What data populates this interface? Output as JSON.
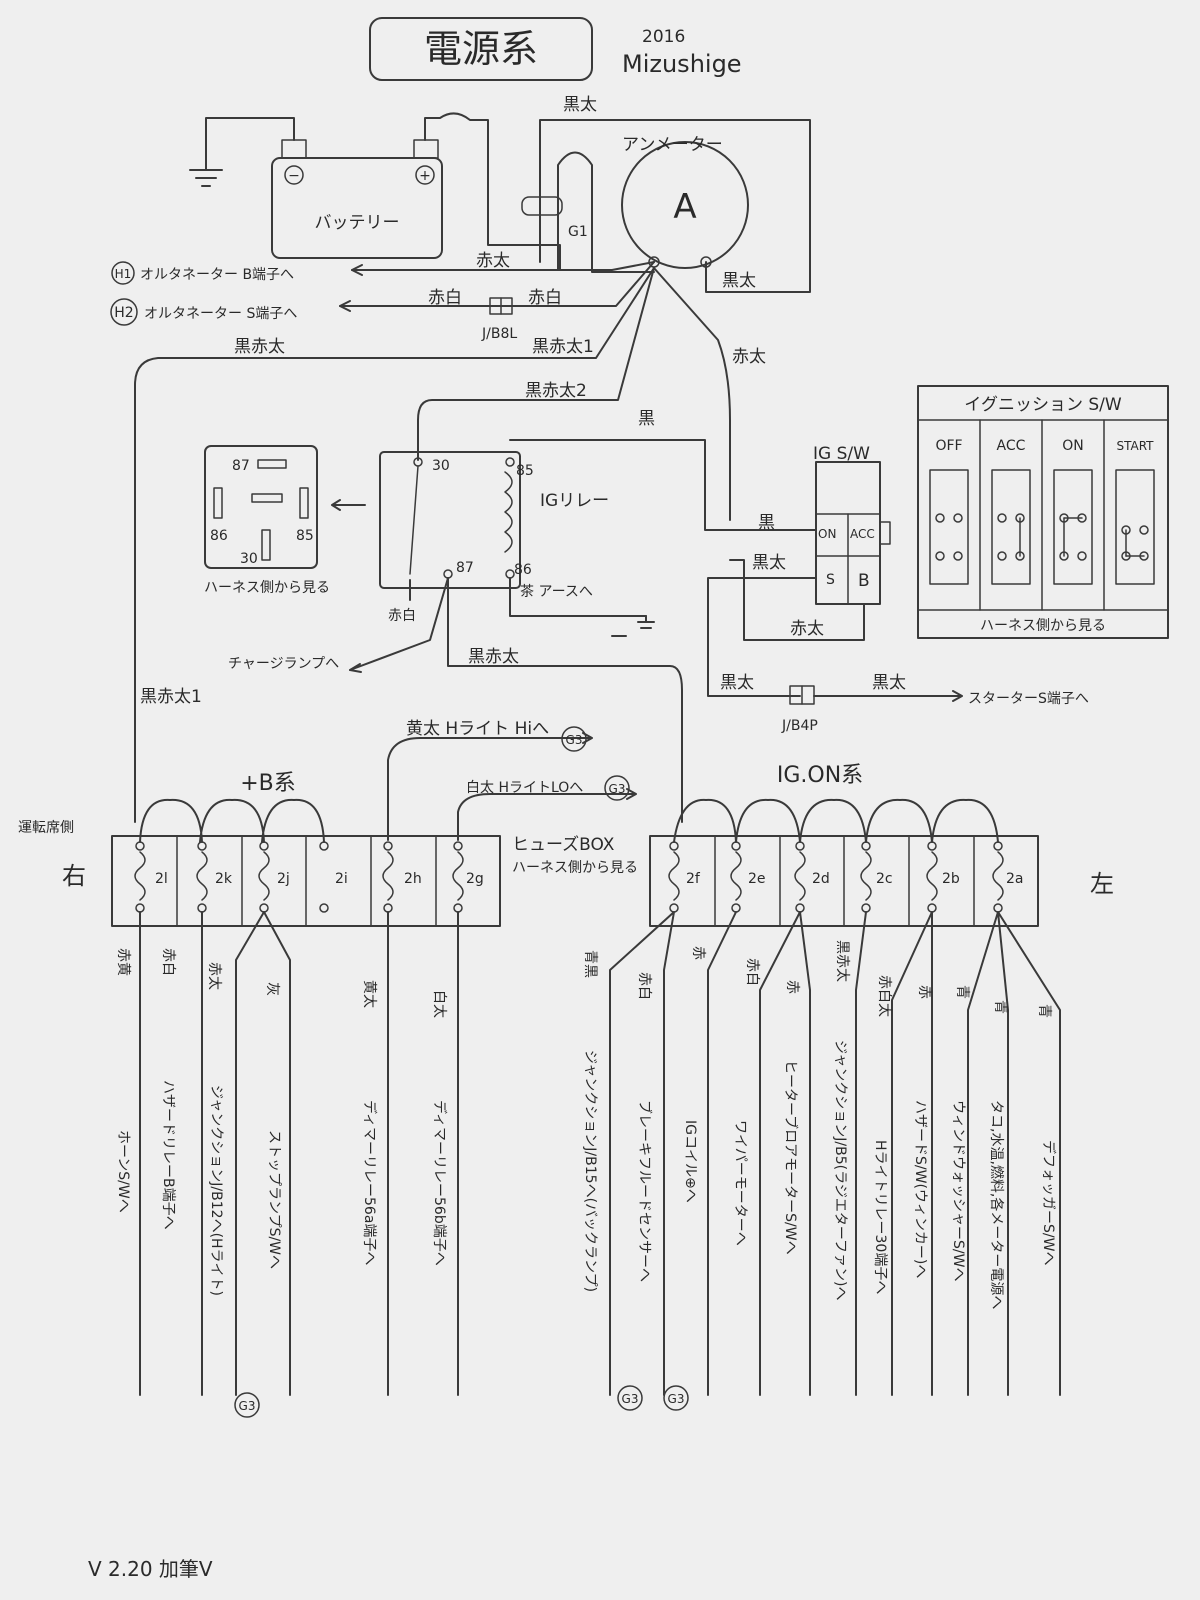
{
  "header": {
    "title": "電源系",
    "year": "2016",
    "author": "Mizushige"
  },
  "battery": {
    "label": "バッテリー",
    "neg": "−",
    "pos": "+"
  },
  "alternator": {
    "label": "アンメーター",
    "symbol": "A"
  },
  "wires_top": {
    "kurofuto_top": "黒太",
    "g1": "G1",
    "akafuto": "赤太",
    "kurofuto_right": "黒太",
    "akashiro_left": "赤白",
    "akashiro_right": "赤白",
    "jb8l": "J/B8L",
    "kuroakafuto1": "黒赤太1",
    "kuroakafuto_left": "黒赤太",
    "akafuto_right": "赤太",
    "kuroakafuto2": "黒赤太2",
    "kuro": "黒"
  },
  "refs": {
    "h1": "H1",
    "h2": "H2",
    "g3": "G3"
  },
  "arrows_top": {
    "alt_b": "オルタネーター B端子へ",
    "alt_s": "オルタネーター S端子へ"
  },
  "relay_side": {
    "p87": "87",
    "p86": "86",
    "p85": "85",
    "p30": "30",
    "caption": "ハーネス側から見る"
  },
  "ig_relay": {
    "label": "IGリレー",
    "p30": "30",
    "p85": "85",
    "p87": "87",
    "p86": "86",
    "wire_akashiro": "赤白",
    "earth": "茶 アースへ",
    "charge_lamp": "チャージランプへ",
    "kuroakafuto": "黒赤太",
    "kuroakafuto1_v": "黒赤太1"
  },
  "ig_sw_small": {
    "label": "IG S/W",
    "on": "ON",
    "acc": "ACC",
    "s": "S",
    "b": "B",
    "kuro": "黒",
    "kurofuto": "黒太",
    "akafuto": "赤太"
  },
  "starter": {
    "kurofuto1": "黒太",
    "kurofuto2": "黒太",
    "jb4p": "J/B4P",
    "label": "スターターS端子へ"
  },
  "ig_panel": {
    "title": "イグニッション S/W",
    "positions": [
      "OFF",
      "ACC",
      "ON",
      "START"
    ],
    "caption": "ハーネス側から見る"
  },
  "headlight": {
    "hi": "黄太 Hライト Hiへ",
    "lo": "白太 HライトLOへ"
  },
  "fusebox": {
    "b_title": "+B系",
    "on_title": "IG.ON系",
    "unten": "運転席側",
    "migi": "右",
    "hidari": "左",
    "caption1": "ヒューズBOX",
    "caption2": "ハーネス側から見る",
    "b_cells": [
      "2l",
      "2k",
      "2j",
      "2i",
      "2h",
      "2g"
    ],
    "on_cells": [
      "2f",
      "2e",
      "2d",
      "2c",
      "2b",
      "2a"
    ]
  },
  "left_wires": [
    {
      "color": "赤黄",
      "dest": "ホーンS/Wへ"
    },
    {
      "color": "赤白",
      "dest": "ハザードリレーB端子へ"
    },
    {
      "color": "赤太",
      "dest": "ジャンクションJ/B12へ(Hライト)"
    },
    {
      "color": "灰",
      "dest": "ストップランプS/Wへ"
    },
    {
      "color": "黄太",
      "dest": "ディマーリレー56a端子へ"
    },
    {
      "color": "白太",
      "dest": "ディマーリレー56b端子へ"
    }
  ],
  "right_wires": [
    {
      "color": "青黒",
      "dest": "ジャンクションJ/B15へ(バックランプ)"
    },
    {
      "color": "赤白",
      "dest": "ブレーキフルードセンサーへ"
    },
    {
      "color": "赤",
      "dest": "IGコイル⊕へ"
    },
    {
      "color": "赤白",
      "dest": "ワイパーモーターへ"
    },
    {
      "color": "赤",
      "dest": "ヒーターブロアモーターS/Wへ"
    },
    {
      "color": "黒赤太",
      "dest": "ジャンクションJ/B5(ラジエターファン)へ"
    },
    {
      "color": "赤白太",
      "dest": "Hライトリレー30端子へ"
    },
    {
      "color": "赤",
      "dest": "ハザードS/W(ウィンカー)へ"
    },
    {
      "color": "青",
      "dest": "ウィンドウォッシャーS/Wへ"
    },
    {
      "color": "青",
      "dest": "タコ,水温,燃料,各メーター電源へ"
    },
    {
      "color": "青",
      "dest": "デフォッガーS/Wへ"
    }
  ],
  "footer": {
    "version": "V 2.20 加筆V"
  }
}
